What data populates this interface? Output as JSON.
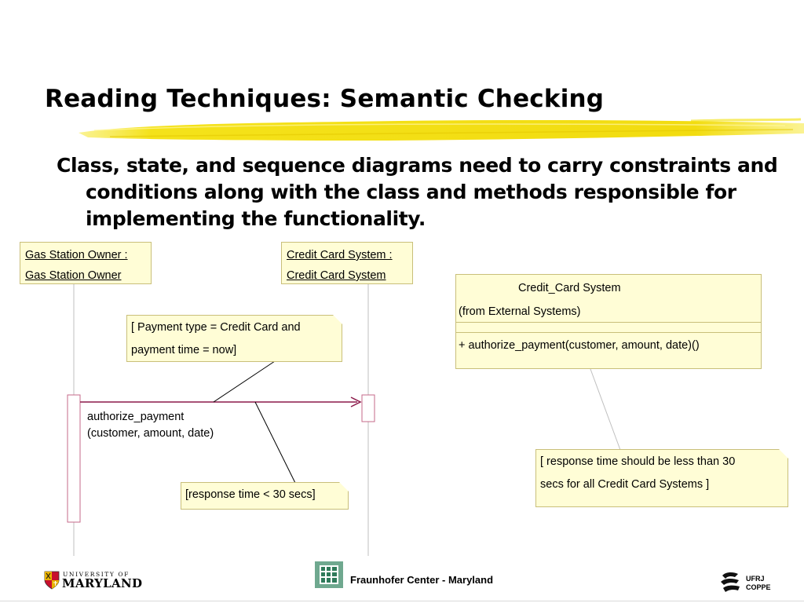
{
  "slide": {
    "title": "Reading Techniques: Semantic Checking",
    "bullet": "Class, state, and sequence diagrams need to carry constraints and conditions along with the class and methods responsible for implementing the functionality."
  },
  "diagram": {
    "objects": [
      {
        "line1": "Gas Station Owner : ",
        "line2": "Gas Station Owner"
      },
      {
        "line1": "Credit Card System : ",
        "line2": "Credit Card System"
      }
    ],
    "class_box": {
      "name": "Credit_Card System",
      "package": "(from External Systems)",
      "operation": "+ authorize_payment(customer, amount, date)()"
    },
    "message": {
      "line1": "authorize_payment",
      "line2": "(customer, amount, date)"
    },
    "notes": {
      "payment_condition": {
        "line1": "[ Payment type = Credit Card and",
        "line2": "payment time = now]"
      },
      "response_time": {
        "line1": "[response time < 30 secs]"
      },
      "response_constraint": {
        "line1": "[ response time should be less than 30",
        "line2": "secs for all Credit Card Systems ]"
      }
    }
  },
  "footer": {
    "umd_small": "UNIVERSITY OF",
    "umd_big": "MARYLAND",
    "center_text": "Fraunhofer Center - Maryland",
    "ufrj_line1": "UFRJ",
    "ufrj_line2": "COPPE"
  },
  "colors": {
    "note_fill": "#fffdd6",
    "note_border": "#c9bf7a",
    "message_arrow": "#8b1a4a",
    "highlight_brush": "#f2e200"
  }
}
